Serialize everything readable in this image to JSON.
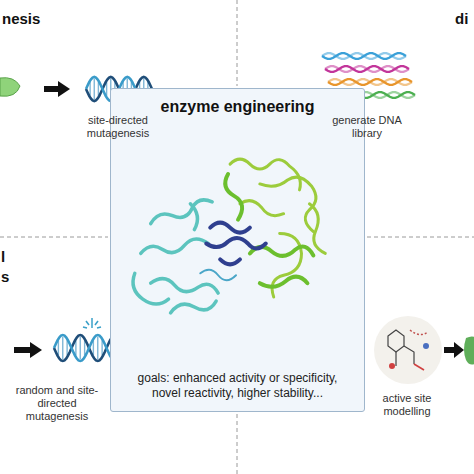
{
  "diagram": {
    "nodes": [
      {
        "text": [
          "enzyme engineering",
          "goals: enhanced activity or specificity, novel reactivity, higher stability..."
        ]
      }
    ],
    "labels": [
      "nesis",
      "di",
      "l",
      "s",
      "site-directed mutagenesis",
      "generate DNA library",
      "random and site-directed mutagenesis",
      "active site modelling"
    ]
  }
}
